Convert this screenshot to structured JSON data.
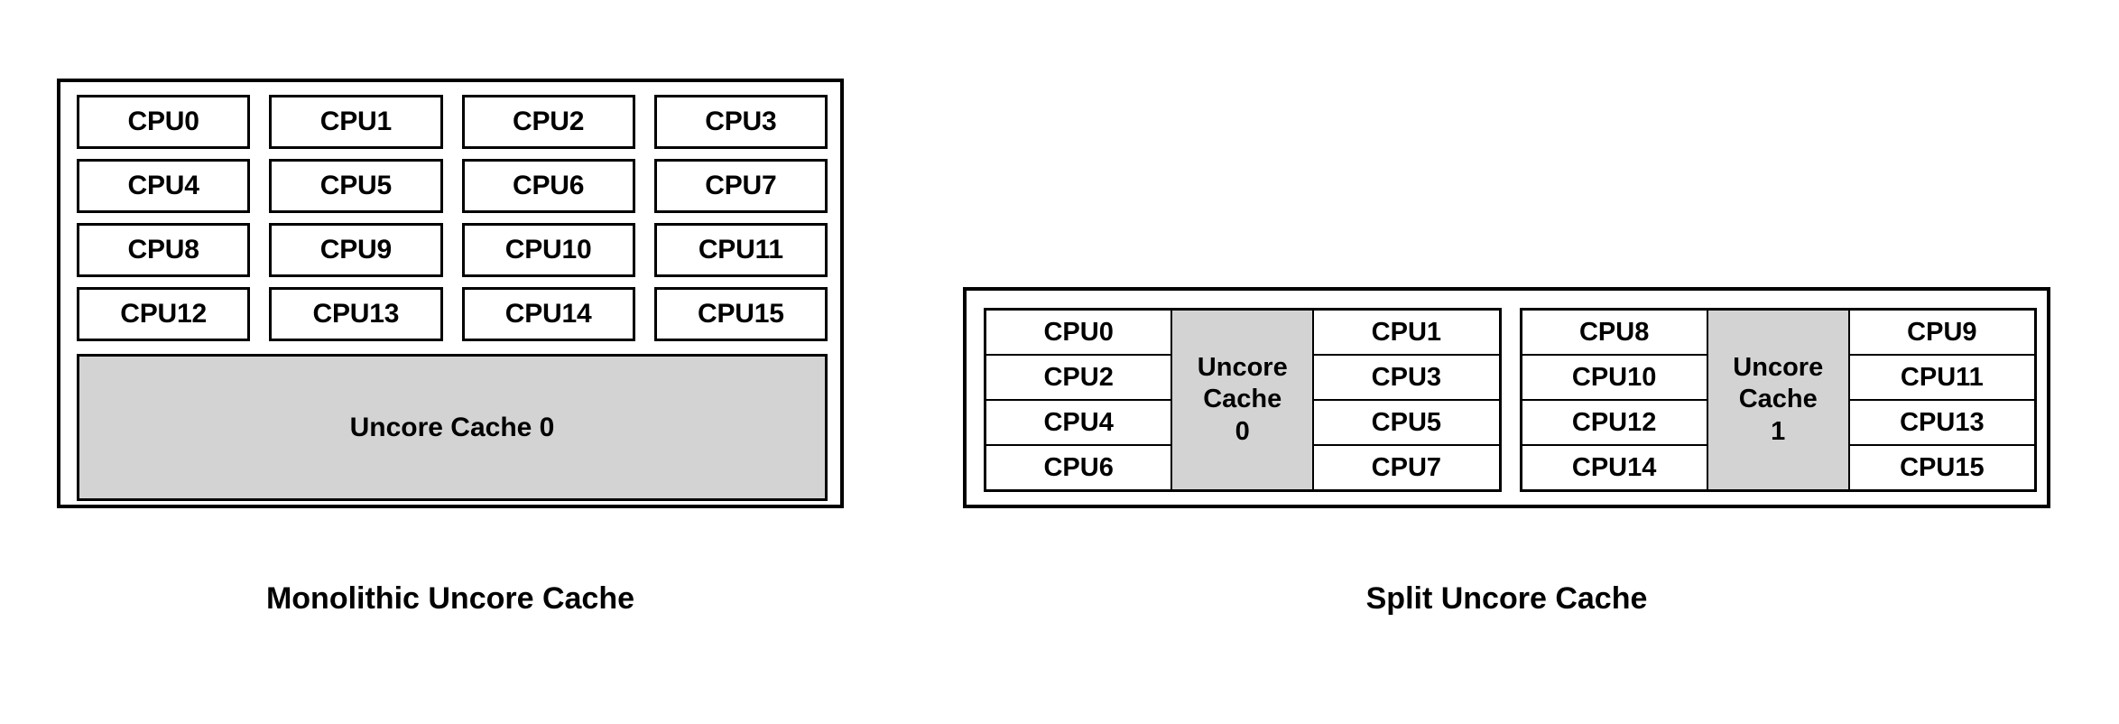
{
  "monolithic": {
    "caption": "Monolithic Uncore Cache",
    "cpus": [
      "CPU0",
      "CPU1",
      "CPU2",
      "CPU3",
      "CPU4",
      "CPU5",
      "CPU6",
      "CPU7",
      "CPU8",
      "CPU9",
      "CPU10",
      "CPU11",
      "CPU12",
      "CPU13",
      "CPU14",
      "CPU15"
    ],
    "cache_label": "Uncore Cache 0"
  },
  "split": {
    "caption": "Split Uncore Cache",
    "groups": [
      {
        "left_cpus": [
          "CPU0",
          "CPU2",
          "CPU4",
          "CPU6"
        ],
        "cache_line1": "Uncore",
        "cache_line2": "Cache",
        "cache_line3": "0",
        "right_cpus": [
          "CPU1",
          "CPU3",
          "CPU5",
          "CPU7"
        ]
      },
      {
        "left_cpus": [
          "CPU8",
          "CPU10",
          "CPU12",
          "CPU14"
        ],
        "cache_line1": "Uncore",
        "cache_line2": "Cache",
        "cache_line3": "1",
        "right_cpus": [
          "CPU9",
          "CPU11",
          "CPU13",
          "CPU15"
        ]
      }
    ]
  },
  "colors": {
    "cache_fill": "#d3d3d3",
    "border": "#000000",
    "background": "#ffffff",
    "text": "#000000"
  }
}
